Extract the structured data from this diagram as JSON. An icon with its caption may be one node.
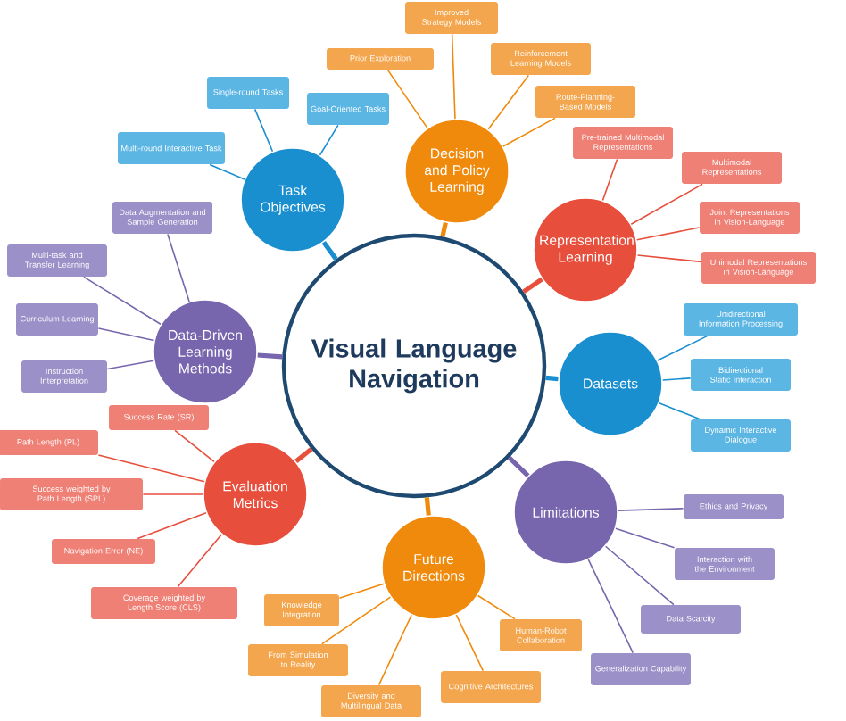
{
  "diagram": {
    "nodes": [
      {
        "text": [
          "Visual Language Navigation"
        ]
      },
      {
        "text": [
          "Task Objectives"
        ]
      },
      {
        "text": [
          "Single-round Tasks"
        ]
      },
      {
        "text": [
          "Goal-Oriented Tasks"
        ]
      },
      {
        "text": [
          "Multi-round Interactive Task"
        ]
      },
      {
        "text": [
          "Decision and Policy Learning"
        ]
      },
      {
        "text": [
          "Improved Strategy Models"
        ]
      },
      {
        "text": [
          "Prior Exploration"
        ]
      },
      {
        "text": [
          "Reinforcement Learning Models"
        ]
      },
      {
        "text": [
          "Route-Planning-Based Models"
        ]
      },
      {
        "text": [
          "Representation Learning"
        ]
      },
      {
        "text": [
          "Pre-trained Multimodal Representations"
        ]
      },
      {
        "text": [
          "Multimodal Representations"
        ]
      },
      {
        "text": [
          "Joint Representations in Vision-Language"
        ]
      },
      {
        "text": [
          "Unimodal Representations in Vision-Language"
        ]
      },
      {
        "text": [
          "Datasets"
        ]
      },
      {
        "text": [
          "Unidirectional Information Processing"
        ]
      },
      {
        "text": [
          "Bidirectional Static Interaction"
        ]
      },
      {
        "text": [
          "Dynamic Interactive Dialogue"
        ]
      },
      {
        "text": [
          "Limitations"
        ]
      },
      {
        "text": [
          "Ethics and Privacy"
        ]
      },
      {
        "text": [
          "Interaction with the Environment"
        ]
      },
      {
        "text": [
          "Data Scarcity"
        ]
      },
      {
        "text": [
          "Generalization Capability"
        ]
      },
      {
        "text": [
          "Future Directions"
        ]
      },
      {
        "text": [
          "Human-Robot Collaboration"
        ]
      },
      {
        "text": [
          "Cognitive Architectures"
        ]
      },
      {
        "text": [
          "Diversity and Multilingual Data"
        ]
      },
      {
        "text": [
          "From Simulation to Reality"
        ]
      },
      {
        "text": [
          "Knowledge Integration"
        ]
      },
      {
        "text": [
          "Evaluation Metrics"
        ]
      },
      {
        "text": [
          "Success Rate (SR)"
        ]
      },
      {
        "text": [
          "Path Length (PL)"
        ]
      },
      {
        "text": [
          "Success weighted by Path Length (SPL)"
        ]
      },
      {
        "text": [
          "Navigation Error (NE)"
        ]
      },
      {
        "text": [
          "Coverage weighted by Length Score (CLS)"
        ]
      },
      {
        "text": [
          "Data-Driven Learning Methods"
        ]
      },
      {
        "text": [
          "Data Augmentation and Sample Generation"
        ]
      },
      {
        "text": [
          "Multi-task and Transfer Learning"
        ]
      },
      {
        "text": [
          "Curriculum Learning"
        ]
      },
      {
        "text": [
          "Instruction Interpretation"
        ]
      }
    ],
    "edges": [
      {
        "from": 0,
        "to": 1,
        "arrow": "none",
        "style": "thick",
        "color": "#1a8fd0"
      },
      {
        "from": 1,
        "to": 2,
        "arrow": "none",
        "color": "#1a8fd0"
      },
      {
        "from": 1,
        "to": 3,
        "arrow": "none",
        "color": "#1a8fd0"
      },
      {
        "from": 1,
        "to": 4,
        "arrow": "none",
        "color": "#1a8fd0"
      },
      {
        "from": 0,
        "to": 5,
        "arrow": "none",
        "style": "thick",
        "color": "#f08a0c"
      },
      {
        "from": 5,
        "to": 6,
        "arrow": "none",
        "color": "#f08a0c"
      },
      {
        "from": 5,
        "to": 7,
        "arrow": "none",
        "color": "#f08a0c"
      },
      {
        "from": 5,
        "to": 8,
        "arrow": "none",
        "color": "#f08a0c"
      },
      {
        "from": 5,
        "to": 9,
        "arrow": "none",
        "color": "#f08a0c"
      },
      {
        "from": 0,
        "to": 10,
        "arrow": "none",
        "style": "thick",
        "color": "#e84e3c"
      },
      {
        "from": 10,
        "to": 11,
        "arrow": "none",
        "color": "#e84e3c"
      },
      {
        "from": 10,
        "to": 12,
        "arrow": "none",
        "color": "#e84e3c"
      },
      {
        "from": 10,
        "to": 13,
        "arrow": "none",
        "color": "#e84e3c"
      },
      {
        "from": 10,
        "to": 14,
        "arrow": "none",
        "color": "#e84e3c"
      },
      {
        "from": 0,
        "to": 15,
        "arrow": "none",
        "style": "thick",
        "color": "#1a8fd0"
      },
      {
        "from": 15,
        "to": 16,
        "arrow": "none",
        "color": "#1a8fd0"
      },
      {
        "from": 15,
        "to": 17,
        "arrow": "none",
        "color": "#1a8fd0"
      },
      {
        "from": 15,
        "to": 18,
        "arrow": "none",
        "color": "#1a8fd0"
      },
      {
        "from": 0,
        "to": 19,
        "arrow": "none",
        "style": "thick",
        "color": "#7766ae"
      },
      {
        "from": 19,
        "to": 20,
        "arrow": "none",
        "color": "#7766ae"
      },
      {
        "from": 19,
        "to": 21,
        "arrow": "none",
        "color": "#7766ae"
      },
      {
        "from": 19,
        "to": 22,
        "arrow": "none",
        "color": "#7766ae"
      },
      {
        "from": 19,
        "to": 23,
        "arrow": "none",
        "color": "#7766ae"
      },
      {
        "from": 0,
        "to": 24,
        "arrow": "none",
        "style": "thick",
        "color": "#f08a0c"
      },
      {
        "from": 24,
        "to": 25,
        "arrow": "none",
        "color": "#f08a0c"
      },
      {
        "from": 24,
        "to": 26,
        "arrow": "none",
        "color": "#f08a0c"
      },
      {
        "from": 24,
        "to": 27,
        "arrow": "none",
        "color": "#f08a0c"
      },
      {
        "from": 24,
        "to": 28,
        "arrow": "none",
        "color": "#f08a0c"
      },
      {
        "from": 24,
        "to": 29,
        "arrow": "none",
        "color": "#f08a0c"
      },
      {
        "from": 0,
        "to": 30,
        "arrow": "none",
        "style": "thick",
        "color": "#e84e3c"
      },
      {
        "from": 30,
        "to": 31,
        "arrow": "none",
        "color": "#e84e3c"
      },
      {
        "from": 30,
        "to": 32,
        "arrow": "none",
        "color": "#e84e3c"
      },
      {
        "from": 30,
        "to": 33,
        "arrow": "none",
        "color": "#e84e3c"
      },
      {
        "from": 30,
        "to": 34,
        "arrow": "none",
        "color": "#e84e3c"
      },
      {
        "from": 30,
        "to": 35,
        "arrow": "none",
        "color": "#e84e3c"
      },
      {
        "from": 0,
        "to": 36,
        "arrow": "none",
        "style": "thick",
        "color": "#7766ae"
      },
      {
        "from": 36,
        "to": 37,
        "arrow": "none",
        "color": "#7766ae"
      },
      {
        "from": 36,
        "to": 38,
        "arrow": "none",
        "color": "#7766ae"
      },
      {
        "from": 36,
        "to": 39,
        "arrow": "none",
        "color": "#7766ae"
      },
      {
        "from": 36,
        "to": 40,
        "arrow": "none",
        "color": "#7766ae"
      }
    ]
  }
}
